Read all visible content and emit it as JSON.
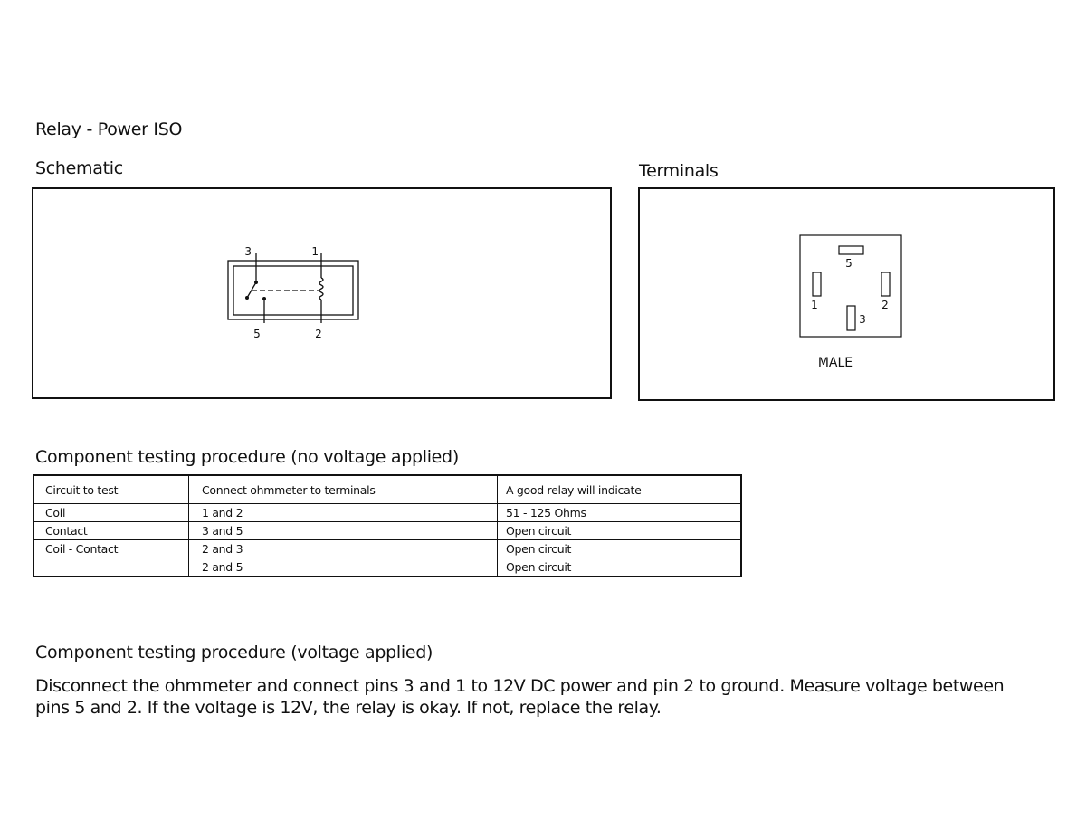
{
  "document": {
    "title": "Relay - Power ISO",
    "schematic": {
      "label": "Schematic",
      "pins": {
        "p3": "3",
        "p1": "1",
        "p5": "5",
        "p2": "2"
      }
    },
    "terminals": {
      "label": "Terminals",
      "pins": {
        "p5": "5",
        "p1": "1",
        "p2": "2",
        "p3": "3"
      },
      "connector_type": "MALE"
    },
    "no_voltage": {
      "heading": "Component testing procedure (no voltage applied)",
      "columns": [
        "Circuit to test",
        "Connect ohmmeter to terminals",
        "A good relay will indicate"
      ],
      "rows": [
        [
          "Coil",
          "1 and 2",
          "51 - 125  Ohms"
        ],
        [
          "Contact",
          "3 and 5",
          "Open circuit"
        ],
        [
          "Coil - Contact",
          "2 and 3",
          "Open circuit"
        ],
        [
          "",
          "2 and 5",
          "Open circuit"
        ]
      ]
    },
    "voltage": {
      "heading": "Component testing procedure (voltage applied)",
      "body": "Disconnect the ohmmeter and connect pins 3 and 1 to 12V DC power and pin 2 to ground. Measure voltage between pins 5 and 2. If the voltage is 12V, the relay is okay. If not, replace the relay."
    }
  }
}
